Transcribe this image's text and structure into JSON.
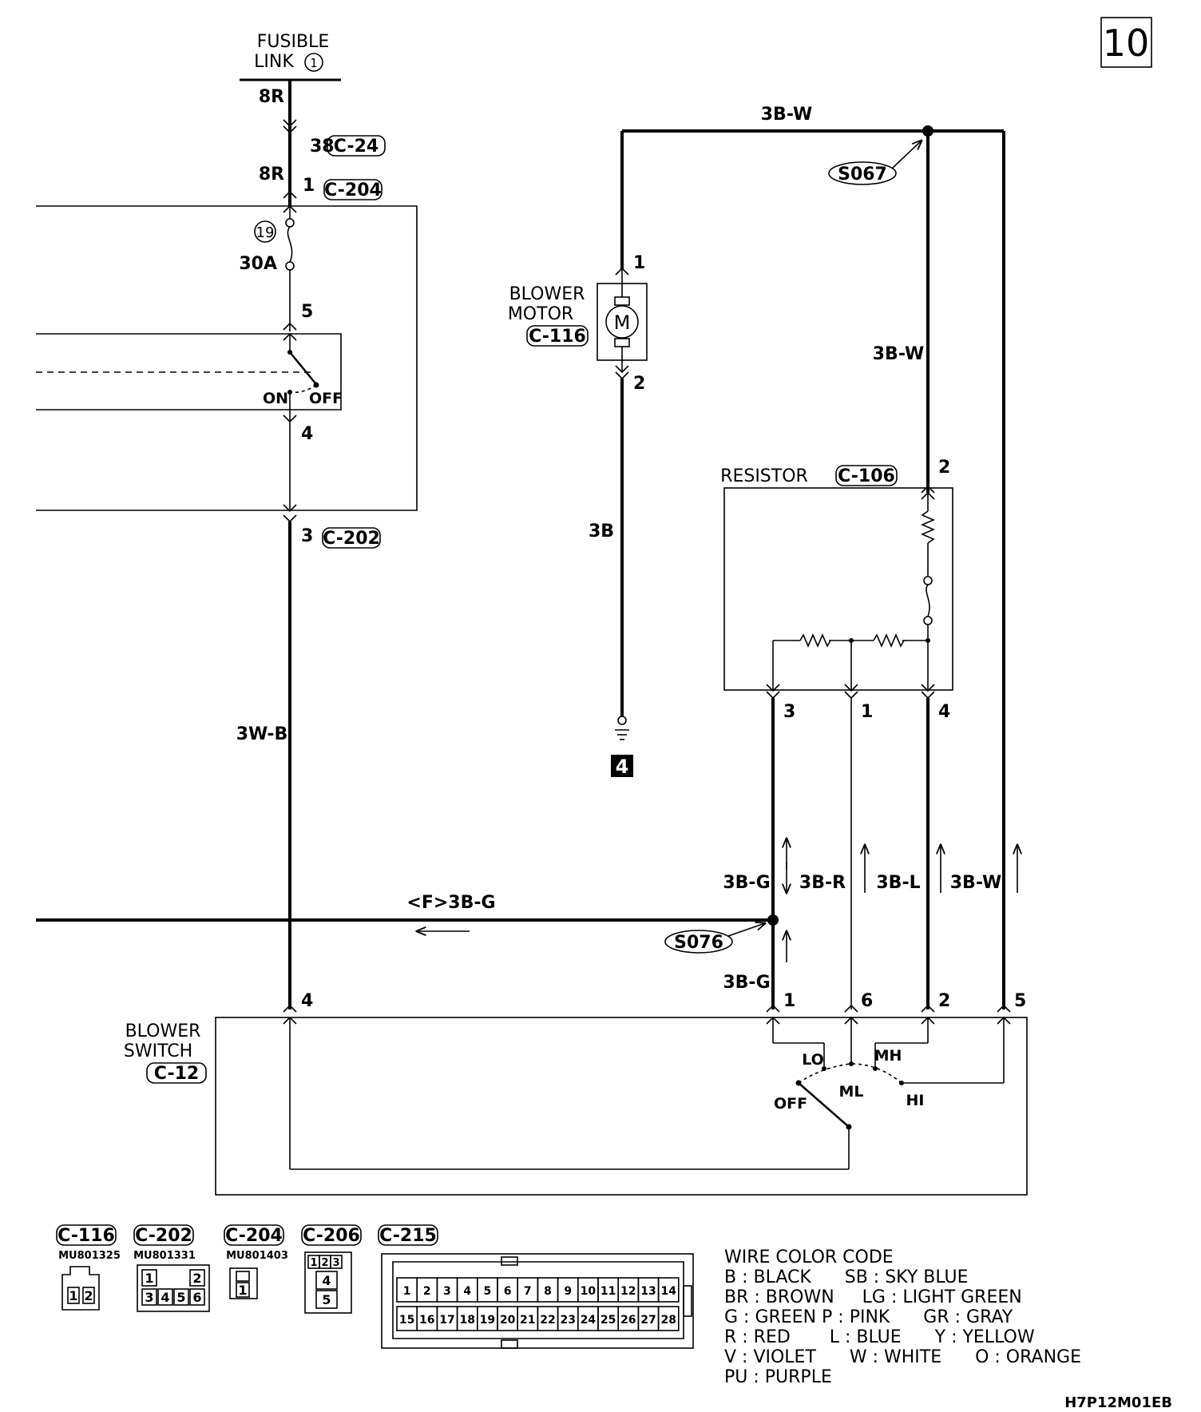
{
  "page": {
    "page_number": "10",
    "drawing_code": "H7P12M01EB"
  },
  "fusible_link": {
    "label_line1": "FUSIBLE",
    "label_line2": "LINK",
    "number": "1"
  },
  "fuse": {
    "number": "19",
    "rating": "30A"
  },
  "ignition_switch": {
    "on_label": "ON",
    "off_label": "OFF"
  },
  "blower_motor": {
    "label_line1": "BLOWER",
    "label_line2": "MOTOR",
    "connector": "C-116"
  },
  "resistor": {
    "label": "RESISTOR",
    "connector": "C-106"
  },
  "blower_switch": {
    "label_line1": "BLOWER",
    "label_line2": "SWITCH",
    "connector": "C-12",
    "positions": {
      "lo": "LO",
      "ml": "ML",
      "mh": "MH",
      "hi": "HI",
      "off": "OFF"
    }
  },
  "splices": {
    "s067": "S067",
    "s076": "S076"
  },
  "ground": {
    "number": "4"
  },
  "wires": {
    "w_8r": "8R",
    "w_3w_b": "3W-B",
    "w_3b_w": "3B-W",
    "w_3b": "3B",
    "w_3b_g": "3B-G",
    "w_3b_r": "3B-R",
    "w_3b_l": "3B-L",
    "w_f_3b_g": "<F>3B-G"
  },
  "connectors": {
    "c24": "C-24",
    "c204": "C-204",
    "c202": "C-202",
    "c116": "C-116",
    "c106": "C-106",
    "c12": "C-12",
    "c206": "C-206",
    "c215": "C-215"
  },
  "pins": {
    "p1": "1",
    "p2": "2",
    "p3": "3",
    "p4": "4",
    "p5": "5",
    "p6": "6",
    "p38": "38"
  },
  "connector_legend": [
    {
      "name": "C-116",
      "part": "MU801325",
      "pins": [
        "1",
        "2"
      ]
    },
    {
      "name": "C-202",
      "part": "MU801331",
      "pins": [
        "1",
        "2",
        "3",
        "4",
        "5",
        "6"
      ]
    },
    {
      "name": "C-204",
      "part": "MU801403",
      "pins": [
        "1"
      ]
    },
    {
      "name": "C-206",
      "part": "",
      "pins": [
        "1",
        "2",
        "3",
        "4",
        "5"
      ]
    },
    {
      "name": "C-215",
      "part": "",
      "pins": [
        "1",
        "2",
        "3",
        "4",
        "5",
        "6",
        "7",
        "8",
        "9",
        "10",
        "11",
        "12",
        "13",
        "14",
        "15",
        "16",
        "17",
        "18",
        "19",
        "20",
        "21",
        "22",
        "23",
        "24",
        "25",
        "26",
        "27",
        "28"
      ]
    }
  ],
  "wire_color_code": {
    "title": "WIRE COLOR CODE",
    "lines": [
      "B : BLACK      SB : SKY BLUE",
      "BR : BROWN     LG : LIGHT GREEN",
      "G : GREEN P : PINK      GR : GRAY",
      "R : RED       L : BLUE      Y : YELLOW",
      "V : VIOLET      W : WHITE      O : ORANGE",
      "PU : PURPLE"
    ]
  }
}
